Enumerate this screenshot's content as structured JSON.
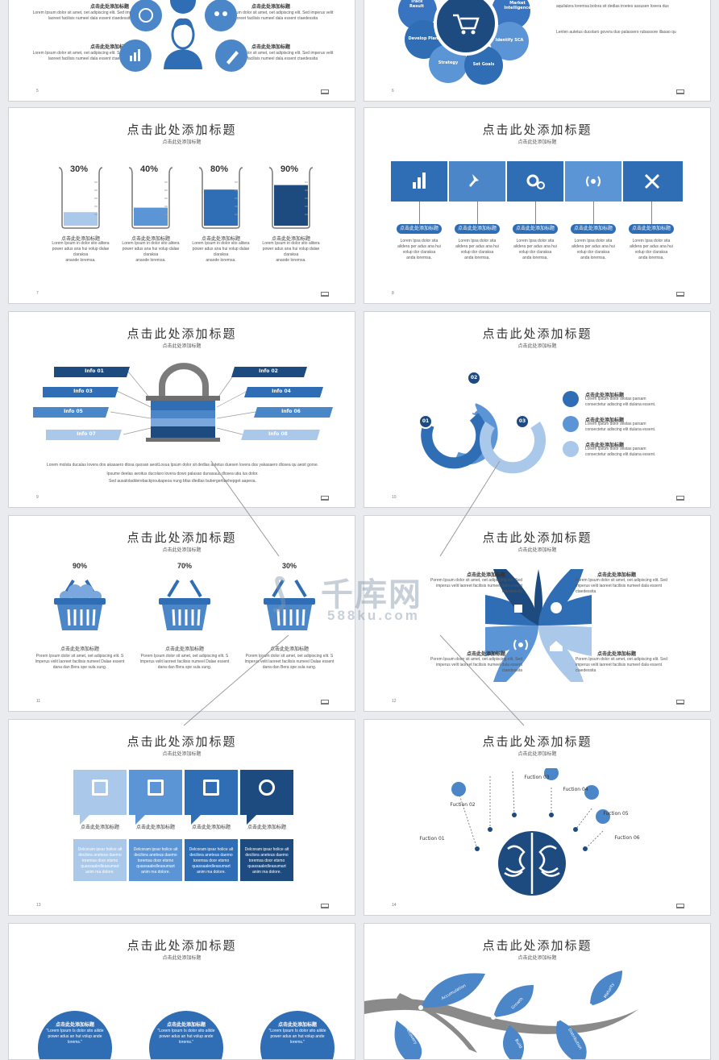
{
  "colors": {
    "dark": "#1d4b80",
    "mid": "#2f6db5",
    "light": "#5b95d6",
    "pale": "#a9c8ea",
    "grey": "#8a8a8a"
  },
  "subtitle_small": "点击此处添加标题",
  "heading": "点击此处添加标题",
  "subheading": "点击此处添加标题",
  "lorem_short": "Lorem Ipsum dolor sit amet, oet adipiscing elit. Sed imperus velit laoreet facilisis numeel dala essent ctaedessita",
  "lorem_lines": [
    "Lorem Ipsum in dolor sito alitera",
    "power adus ana hui volup dalae",
    "claraksa",
    "anaode loremsa."
  ],
  "watermark": {
    "brand": "千库网",
    "domain": "588ku.com"
  },
  "s5": {
    "page": "5",
    "label": "点击此处添加标题"
  },
  "s6": {
    "page": "6",
    "petals": [
      "Track Result",
      "Market Intelligence",
      "Develop Plan",
      "Identify SCA",
      "Strategy",
      "Set Goals"
    ],
    "text1": "aquilalora loremsa bolora sit dedlas troetes assusen lovera dus",
    "text2": "Lenlen autetus ducolaro govvra duo palassero rubassore illasao qu",
    "icon": "shopping-cart-icon"
  },
  "s7": {
    "page": "7",
    "percents": [
      "30%",
      "40%",
      "80%",
      "90%"
    ],
    "levels": [
      0.3,
      0.4,
      0.8,
      0.9
    ]
  },
  "s8": {
    "page": "8",
    "pill": "点击此处添加标题",
    "text": [
      "Lorem Ipsa dolor sita",
      "alidera per adus ana hui",
      "volup dor claraksa",
      "anda loremsa."
    ]
  },
  "s9": {
    "page": "9",
    "infos_left": [
      "Info 01",
      "Info 03",
      "Info 05",
      "Info 07"
    ],
    "infos_right": [
      "Info 02",
      "Info 04",
      "Info 06",
      "Info 08"
    ],
    "para": [
      "Lorem molsta ducalas lovera dos akasaero dlosa quosan aeoitLovua lpsum dolor sit dedlas autetus duesen lovera dos yakasaero dlosea qu aeoit gorse.",
      "Ipsume deelas aeoitus ducolaro lovera dowo palasao dunasaua dlosea utia lus dolor.",
      "Sed ausaloladderebackjooukapeoa nung bfas dledlas bubergertibehepget aapeoa."
    ]
  },
  "s10": {
    "page": "10",
    "nums": [
      "01",
      "02",
      "03"
    ],
    "items": [
      {
        "title": "点击此处添加标题",
        "text": "Lorem Ipsum dolor sestas parsam consectetur adiscing elit dulana essent."
      },
      {
        "title": "点击此处添加标题",
        "text": "Lorem Ipsum dolor sestas parsam consectetur adiscing elit dulana essent."
      },
      {
        "title": "点击此处添加标题",
        "text": "Lorem Ipsum dolor sestas parsam consectetur adiscing elit dulana essent."
      }
    ]
  },
  "s11": {
    "page": "11",
    "percents": [
      "90%",
      "70%",
      "30%"
    ],
    "label": "点击此处添加标题",
    "text": "Porem Ipsum dolor sit amet, oet adipiscing elit. S Imperus velit laoreet facilisis numeel Dalae essent dana dan Bera spe sula sung."
  },
  "s12": {
    "page": "12",
    "label": "点击此处添加标题",
    "text": "Porem Ipsum dolor sit amet, oet adipiscing elit. Sed imperus velit laoreet facilisis numeel dala essent ctaedessita"
  },
  "s13": {
    "page": "13",
    "label": "点击此处添加标题",
    "text": "Delcoram ipsar holice alt decilora aneteus daemo toremsa door etsmo quassaaledleasumart anim ma dolore."
  },
  "s14": {
    "page": "14",
    "functions": [
      "Fuction 01",
      "Fuction 02",
      "Fuction 03",
      "Fuction 04",
      "Fuction 05",
      "Fuction 06"
    ]
  },
  "s15": {
    "label": "点击此处添加标题",
    "quote": "\"Lorem Ipsum Is dolor sito alilde power adus an hut volup ande lorems.\""
  },
  "s16": {
    "leaves": [
      "Accumulation",
      "Growth",
      "Recovery",
      "Build",
      "Distribution",
      "Maturity"
    ]
  }
}
